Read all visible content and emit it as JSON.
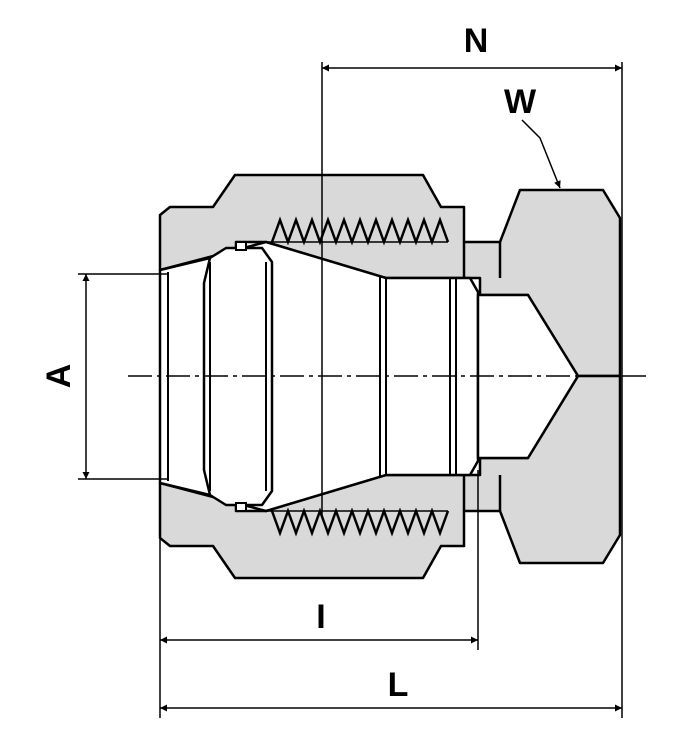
{
  "labels": {
    "n": "N",
    "w": "W",
    "a": "A",
    "i": "I",
    "l": "L"
  },
  "colors": {
    "section_fill": "#d9d9d9",
    "line": "#000000",
    "background": "#ffffff"
  }
}
